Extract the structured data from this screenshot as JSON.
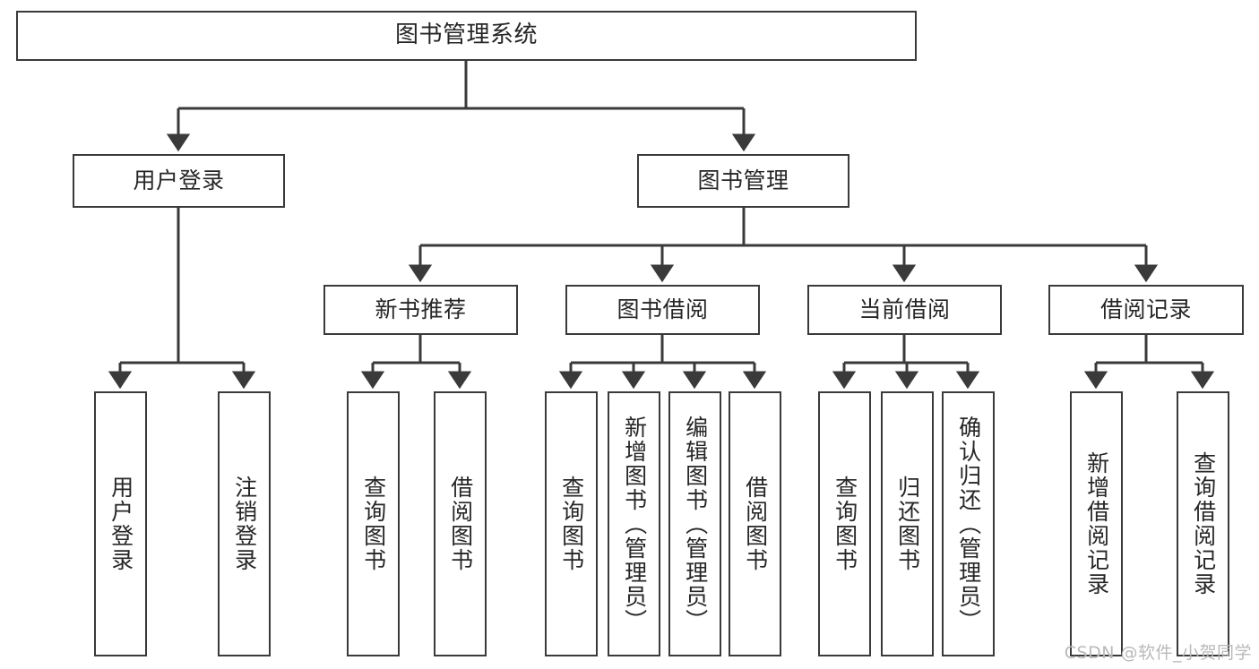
{
  "diagram": {
    "title": "图书管理系统",
    "type": "tree-structure-chart",
    "watermark": "CSDN @软件_小贺同学",
    "edge_color": "#3a3a3a",
    "box_border_color": "#3a3a3a",
    "background_color": "#ffffff",
    "text_color": "#262626"
  },
  "nodes": {
    "root": {
      "label": "图书管理系统"
    },
    "level2": [
      {
        "label": "用户登录"
      },
      {
        "label": "图书管理"
      }
    ],
    "level3": [
      {
        "label": "新书推荐"
      },
      {
        "label": "图书借阅"
      },
      {
        "label": "当前借阅"
      },
      {
        "label": "借阅记录"
      }
    ],
    "leaves_user_login": [
      {
        "label": "用户登录"
      },
      {
        "label": "注销登录"
      }
    ],
    "leaves_new_book": [
      {
        "label": "查询图书"
      },
      {
        "label": "借阅图书"
      }
    ],
    "leaves_borrow": [
      {
        "label": "查询图书"
      },
      {
        "label": "新增图书（管理员）"
      },
      {
        "label": "编辑图书（管理员）"
      },
      {
        "label": "借阅图书"
      }
    ],
    "leaves_current": [
      {
        "label": "查询图书"
      },
      {
        "label": "归还图书"
      },
      {
        "label": "确认归还（管理员）"
      }
    ],
    "leaves_record": [
      {
        "label": "新增借阅记录"
      },
      {
        "label": "查询借阅记录"
      }
    ]
  }
}
